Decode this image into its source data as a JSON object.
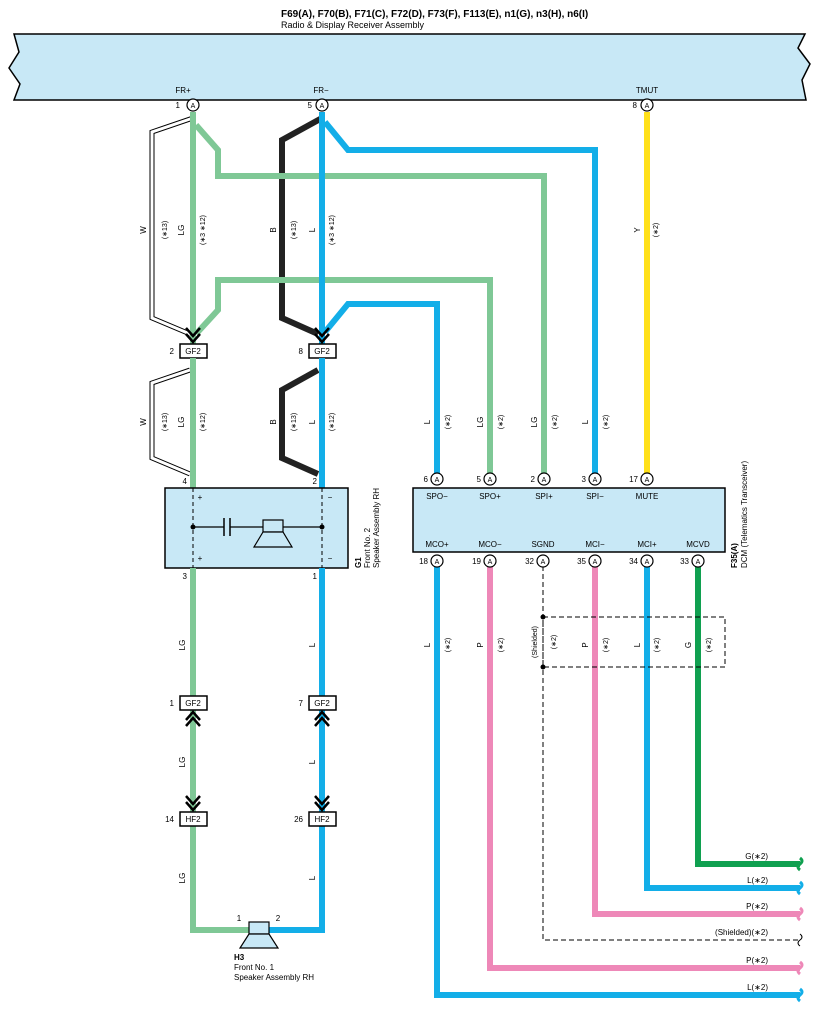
{
  "header": {
    "connectors": "F69(A), F70(B), F71(C), F72(D), F73(F), F113(E), n1(G), n3(H), n6(I)",
    "name": "Radio & Display Receiver Assembly"
  },
  "radio_pins": [
    {
      "num": "1",
      "conn": "A",
      "label": "FR+"
    },
    {
      "num": "5",
      "conn": "A",
      "label": "FR−"
    },
    {
      "num": "8",
      "conn": "A",
      "label": "TMUT"
    }
  ],
  "colors": {
    "LG": "#7fc896",
    "L": "#13aee8",
    "P": "#ee88b8",
    "Y": "#ffe01a",
    "G": "#10a050",
    "B": "#222222",
    "W": "#ffffff",
    "component_fill": "#c8e8f6"
  },
  "junction_gf2_top": [
    {
      "num": "2",
      "id": "GF2"
    },
    {
      "num": "8",
      "id": "GF2"
    }
  ],
  "junction_gf2_bottom": [
    {
      "num": "1",
      "id": "GF2"
    },
    {
      "num": "7",
      "id": "GF2"
    }
  ],
  "junction_hf2": [
    {
      "num": "14",
      "id": "HF2"
    },
    {
      "num": "26",
      "id": "HF2"
    }
  ],
  "wire_labels_top": [
    {
      "code": "W",
      "note": ""
    },
    {
      "code": "LG",
      "note": "(∗3 ∗12)"
    },
    {
      "code": "B",
      "note": "(∗13)"
    },
    {
      "code": "L",
      "note": "(∗3 ∗12)"
    },
    {
      "code": "Y",
      "note": "(∗2)"
    }
  ],
  "wire_notes_top_shield": [
    "(∗13)",
    "(∗13)"
  ],
  "wire_labels_mid": [
    {
      "code": "W",
      "note": "(∗13)"
    },
    {
      "code": "LG",
      "note": "(∗12)"
    },
    {
      "code": "B",
      "note": "(∗13)"
    },
    {
      "code": "L",
      "note": "(∗12)"
    },
    {
      "code": "L",
      "note": "(∗2)"
    },
    {
      "code": "LG",
      "note": "(∗2)"
    },
    {
      "code": "LG",
      "note": "(∗2)"
    },
    {
      "code": "L",
      "note": "(∗2)"
    }
  ],
  "speaker_g1": {
    "id": "G1",
    "name_line1": "Front No. 2",
    "name_line2": "Speaker Assembly RH",
    "pins": [
      "4",
      "2",
      "3",
      "1"
    ],
    "plus": "+",
    "minus": "−"
  },
  "dcm": {
    "id": "F35(A)",
    "name": "DCM (Telematics Transceiver)",
    "top_pins": [
      {
        "num": "6",
        "conn": "A",
        "label": "SPO−"
      },
      {
        "num": "5",
        "conn": "A",
        "label": "SPO+"
      },
      {
        "num": "2",
        "conn": "A",
        "label": "SPI+"
      },
      {
        "num": "3",
        "conn": "A",
        "label": "SPI−"
      },
      {
        "num": "17",
        "conn": "A",
        "label": "MUTE"
      }
    ],
    "bottom_pins": [
      {
        "num": "18",
        "conn": "A",
        "label": "MCO+"
      },
      {
        "num": "19",
        "conn": "A",
        "label": "MCO−"
      },
      {
        "num": "32",
        "conn": "A",
        "label": "SGND"
      },
      {
        "num": "35",
        "conn": "A",
        "label": "MCI−"
      },
      {
        "num": "34",
        "conn": "A",
        "label": "MCI+"
      },
      {
        "num": "33",
        "conn": "A",
        "label": "MCVD"
      }
    ]
  },
  "wire_labels_low": [
    {
      "code": "LG",
      "note": ""
    },
    {
      "code": "L",
      "note": ""
    },
    {
      "code": "L",
      "note": "(∗2)"
    },
    {
      "code": "P",
      "note": "(∗2)"
    },
    {
      "code": "P",
      "note": "(∗2)"
    },
    {
      "code": "L",
      "note": "(∗2)"
    },
    {
      "code": "G",
      "note": "(∗2)"
    },
    {
      "code": "LG",
      "note": ""
    },
    {
      "code": "L",
      "note": ""
    },
    {
      "code": "LG",
      "note": ""
    },
    {
      "code": "L",
      "note": ""
    }
  ],
  "shield_note": "(Shielded)",
  "shield_sub": "(∗2)",
  "speaker_h3": {
    "id": "H3",
    "name_line1": "Front No. 1",
    "name_line2": "Speaker Assembly RH",
    "pin1": "1",
    "pin2": "2"
  },
  "outputs": [
    "G(∗2)",
    "L(∗2)",
    "P(∗2)",
    "(Shielded)(∗2)",
    "P(∗2)",
    "L(∗2)"
  ]
}
